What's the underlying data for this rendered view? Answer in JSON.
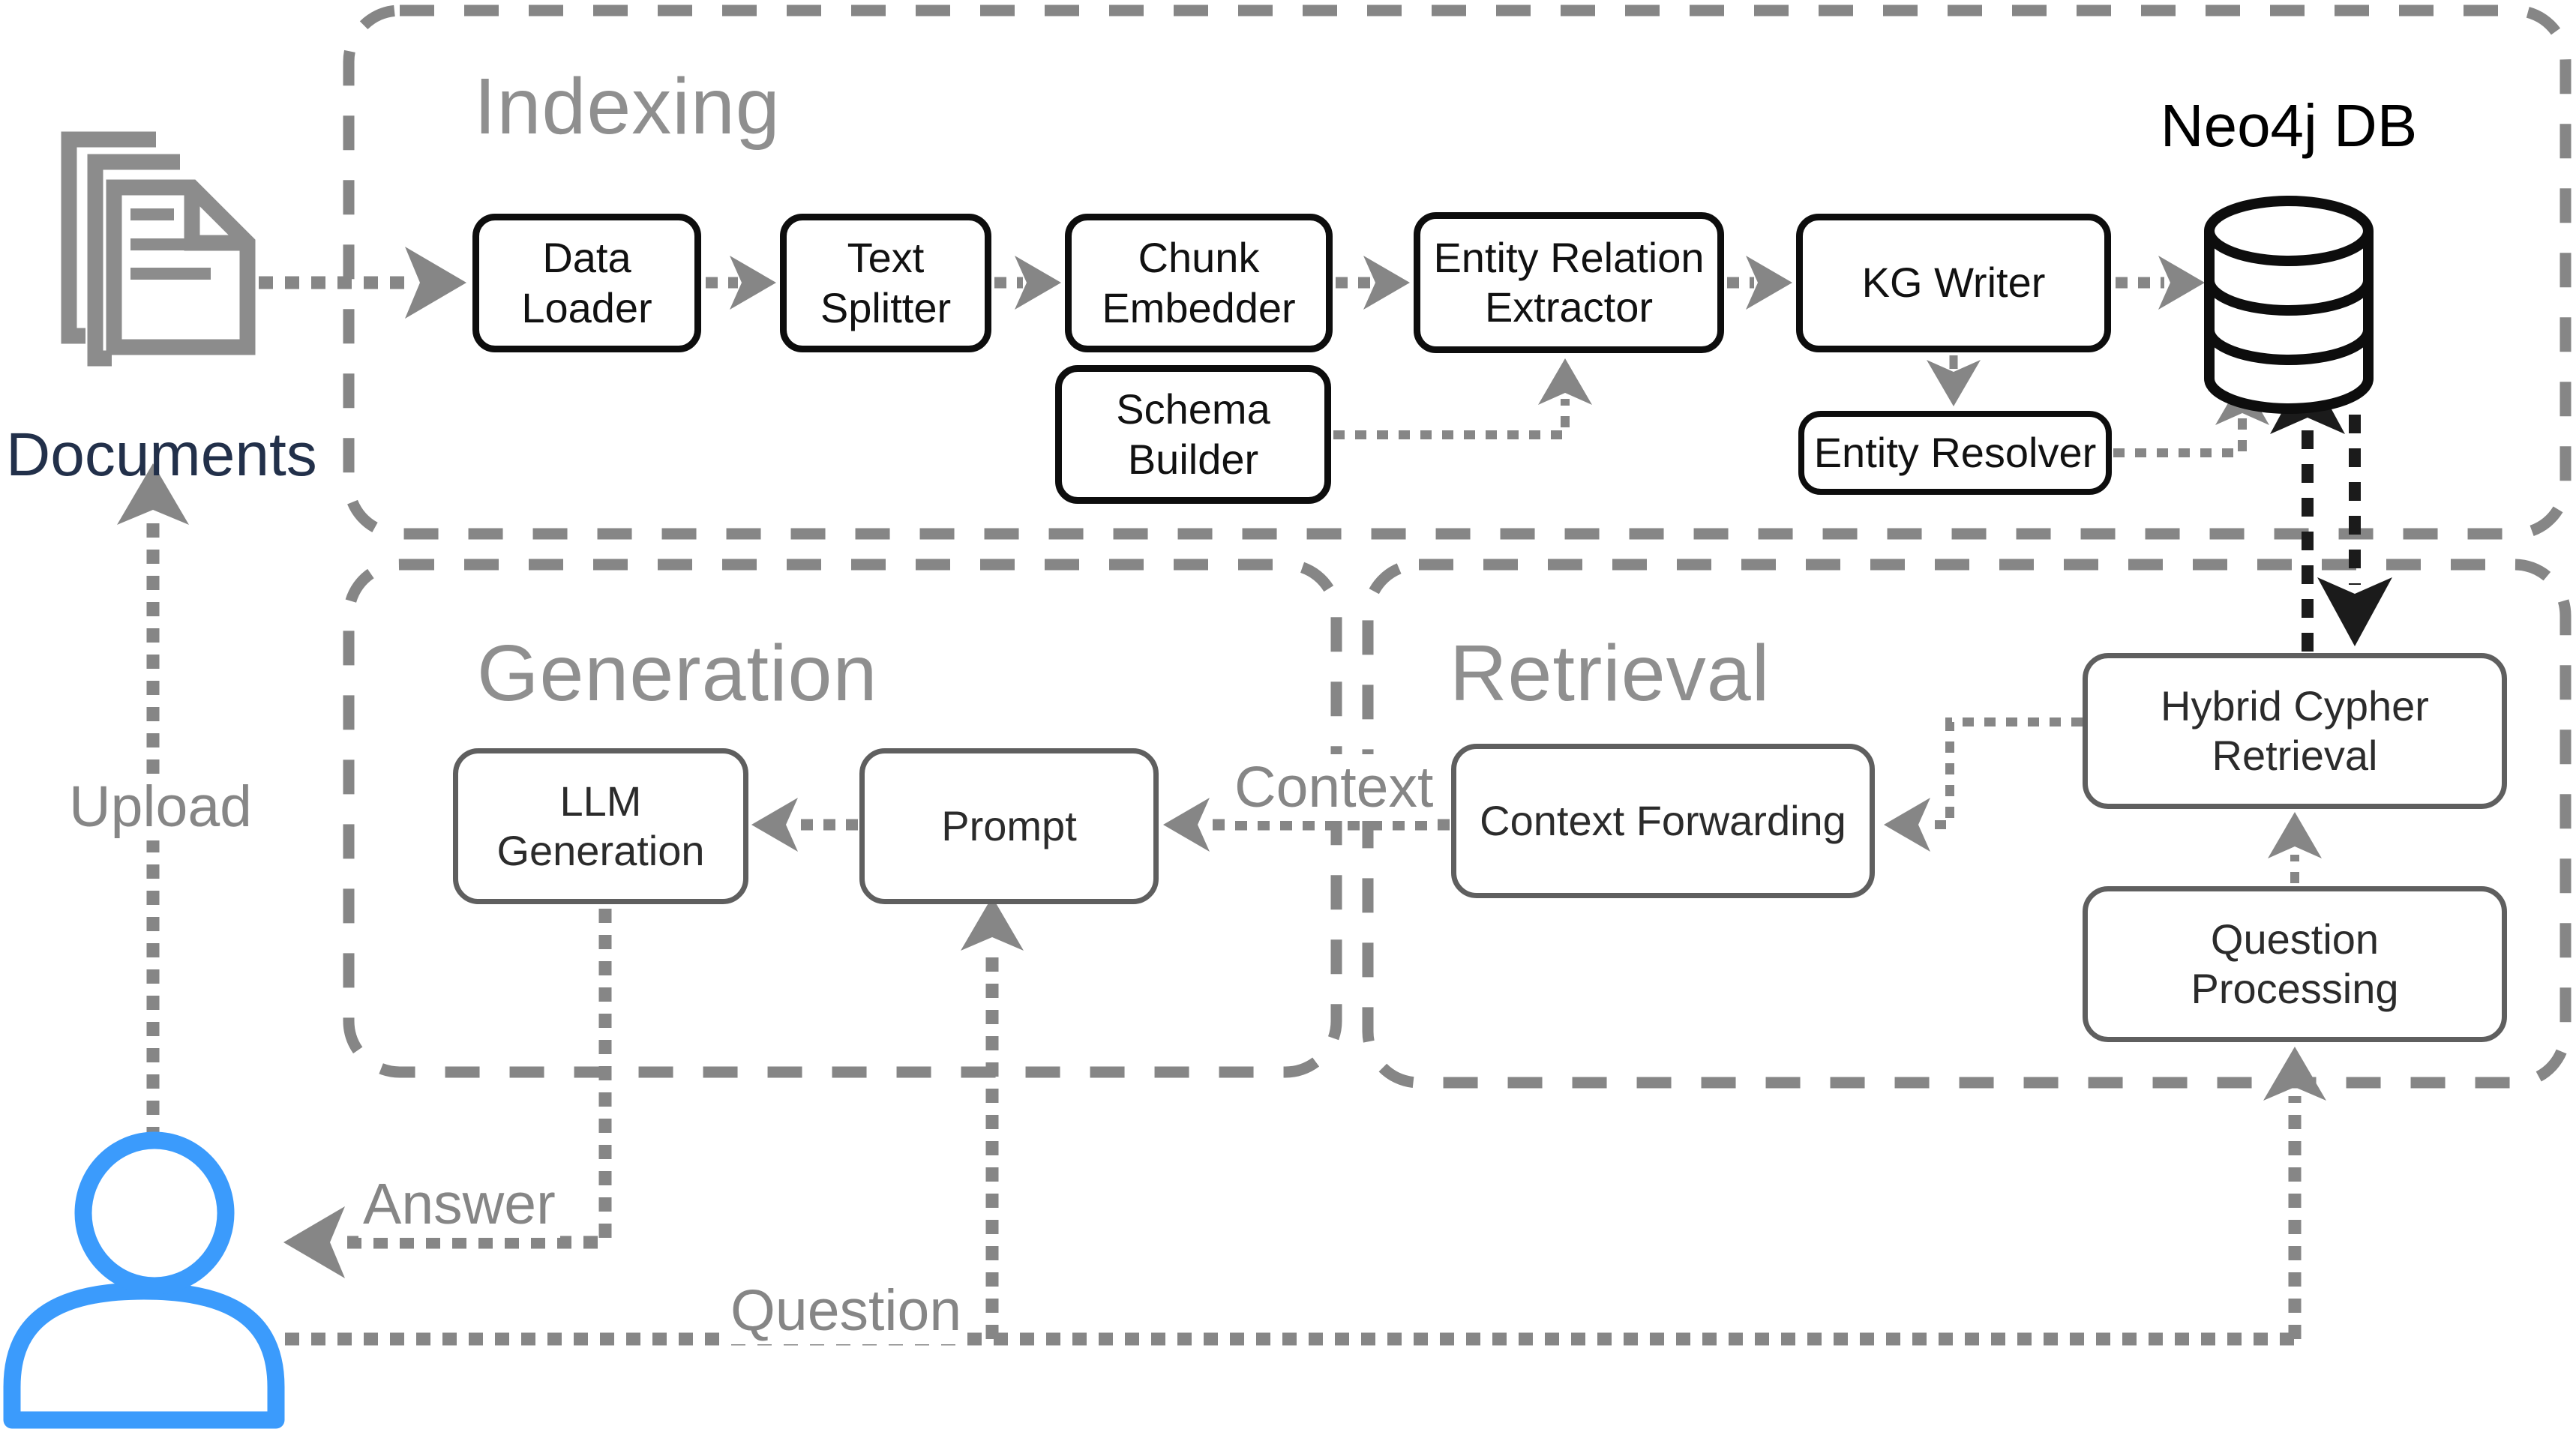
{
  "colors": {
    "gray": "#868686",
    "title_gray": "#8f8f8f",
    "line_black": "#1b1b1b",
    "box_border_black": "#0d0d0d",
    "box_border_gray": "#5f5f5f",
    "box_text_dark": "#111111",
    "box_text_soft": "#2b2b2b",
    "user_blue": "#3b9bfc",
    "documents_text": "#22304a",
    "icon_gray": "#8c8c8c",
    "bg": "#ffffff"
  },
  "sections": {
    "indexing": {
      "title": "Indexing"
    },
    "generation": {
      "title": "Generation"
    },
    "retrieval": {
      "title": "Retrieval"
    }
  },
  "nodes": {
    "data_loader": {
      "label": "Data\nLoader"
    },
    "text_splitter": {
      "label": "Text\nSplitter"
    },
    "chunk_embedder": {
      "label": "Chunk\nEmbedder"
    },
    "entity_relation_extractor": {
      "label": "Entity Relation\nExtractor"
    },
    "kg_writer": {
      "label": "KG Writer"
    },
    "schema_builder": {
      "label": "Schema\nBuilder"
    },
    "entity_resolver": {
      "label": "Entity Resolver"
    },
    "llm_generation": {
      "label": "LLM\nGeneration"
    },
    "prompt": {
      "label": "Prompt"
    },
    "context_forwarding": {
      "label": "Context Forwarding"
    },
    "hybrid_cypher_retrieval": {
      "label": "Hybrid Cypher\nRetrieval"
    },
    "question_processing": {
      "label": "Question\nProcessing"
    }
  },
  "externals": {
    "documents": {
      "label": "Documents",
      "icon": "documents-icon"
    },
    "neo4j_db": {
      "label": "Neo4j DB",
      "icon": "database-icon"
    },
    "user": {
      "icon": "user-icon"
    }
  },
  "edge_labels": {
    "upload": "Upload",
    "answer": "Answer",
    "question": "Question",
    "context": "Context"
  }
}
